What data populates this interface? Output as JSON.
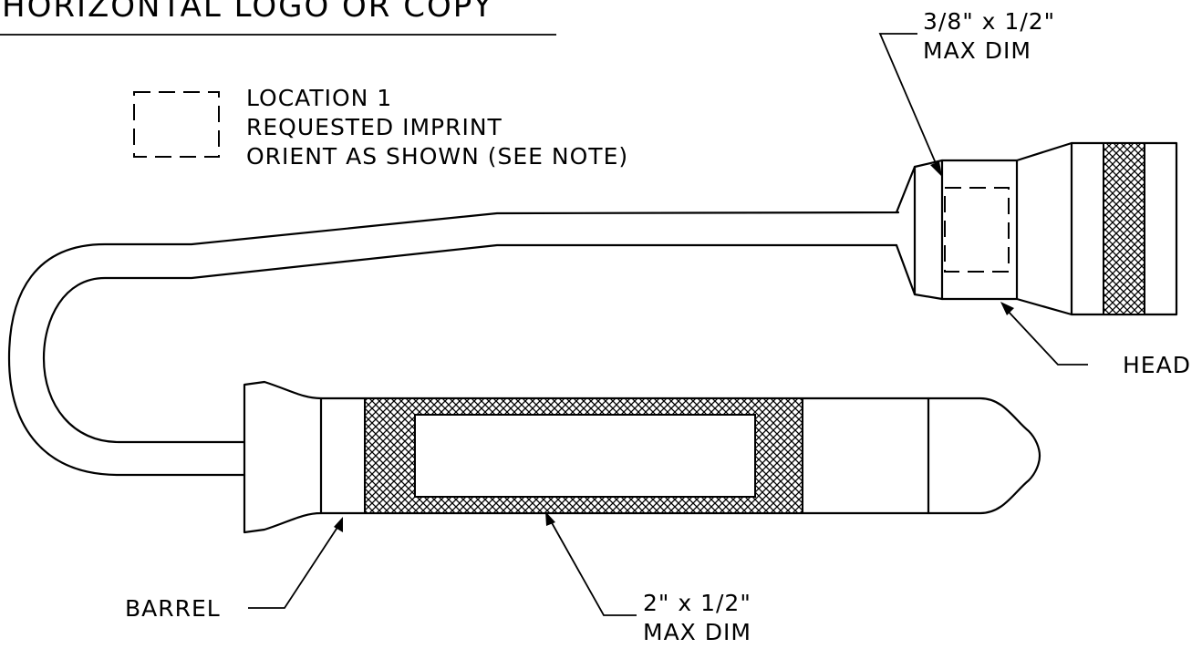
{
  "header": {
    "title": "HORIZONTAL LOGO OR COPY"
  },
  "legend": {
    "line1": "LOCATION 1",
    "line2": "REQUESTED IMPRINT",
    "line3": "ORIENT AS SHOWN (SEE NOTE)"
  },
  "callouts": {
    "head_dim_line1": "3/8\" x 1/2\"",
    "head_dim_line2": "MAX DIM",
    "head_label": "HEAD",
    "barrel_label": "BARREL",
    "barrel_dim_line1": "2\" x 1/2\"",
    "barrel_dim_line2": "MAX DIM"
  }
}
